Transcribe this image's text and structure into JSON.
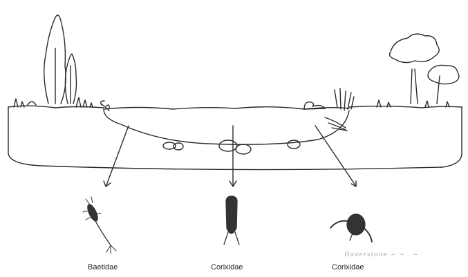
{
  "labels": {
    "organism_1": "Baetidae",
    "organism_2": "Corixidae",
    "organism_3": "Corixidae"
  },
  "signature_text": "Haverstone",
  "colors": {
    "ink": "#2a2a2a",
    "organism_fill": "#333333",
    "background": "#ffffff"
  },
  "icons": [
    "tree-icon",
    "duck-icon",
    "dragonfly-icon",
    "reeds-icon",
    "stone-icon",
    "arrow-icon"
  ]
}
